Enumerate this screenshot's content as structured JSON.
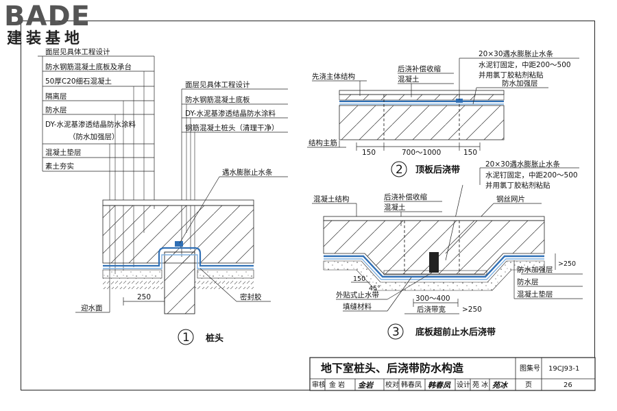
{
  "logo": {
    "brand": "BADE",
    "subtitle": "建装基地"
  },
  "detail1": {
    "number": "1",
    "caption": "桩头",
    "layers_left": [
      "面层见具体工程设计",
      "防水钢筋混凝土底板及承台",
      "50厚C20细石混凝土",
      "隔离层",
      "防水层",
      "DY-水泥基渗透结晶防水涂料",
      "（防水加强层）",
      "混凝土垫层",
      "素土夯实"
    ],
    "layers_right": [
      "面层见具体工程设计",
      "防水钢筋混凝土底板",
      "DY-水泥基渗透结晶防水涂料",
      "钢筋混凝土桩头（清理干净）"
    ],
    "strip_label": "遇水膨胀止水条",
    "sealant_label": "密封胶",
    "water_face": "迎水面",
    "dim_250": "250"
  },
  "detail2": {
    "number": "2",
    "caption": "顶板后浇带",
    "left_structure": "先浇主体结构",
    "concrete_1": "后浇补偿收缩",
    "concrete_2": "混凝土",
    "strip_1": "20×30遇水膨胀止水条",
    "strip_2": "水泥钉固定，中距200～500",
    "strip_3": "并用氯丁胶粘剂粘贴",
    "reinforce": "防水加强层",
    "main_bar": "结构主筋",
    "dims": [
      "150",
      "700～1000",
      "150"
    ]
  },
  "detail3": {
    "number": "3",
    "caption": "底板超前止水后浇带",
    "structure": "混凝土结构",
    "concrete_1": "后浇补偿收缩",
    "concrete_2": "混凝土",
    "strip_1": "20×30遇水膨胀止水条",
    "strip_2": "水泥钉固定，中距200～500",
    "strip_3": "并用氯丁胶粘剂粘贴",
    "mesh": "钢丝网片",
    "external_stop": "外贴式止水带",
    "filler": "填缝材料",
    "reinforce": "防水加强层",
    "waterproof": "防水层",
    "cushion": "混凝土垫层",
    "dim_150": "150",
    "dim_45": "45°",
    "dim_300_400": "300～400",
    "dim_width": "后浇带宽",
    "dim_gt250": ">250",
    "dim_gt250_side": ">250"
  },
  "title_block": {
    "title": "地下室桩头、后浇带防水构造",
    "atlas_label": "图集号",
    "atlas_no": "19CJ93-1",
    "review_label": "审核",
    "review_name": "金 岩",
    "review_sig": "金岩",
    "check_label": "校对",
    "check_name": "韩春凤",
    "check_sig": "韩春凤",
    "design_label": "设计",
    "design_name": "苑 冰",
    "design_sig": "苑冰",
    "page_label": "页",
    "page_no": "26"
  },
  "colors": {
    "membrane": "#2f6fb5",
    "membrane_light": "#7fb0e0",
    "line": "#222222"
  }
}
